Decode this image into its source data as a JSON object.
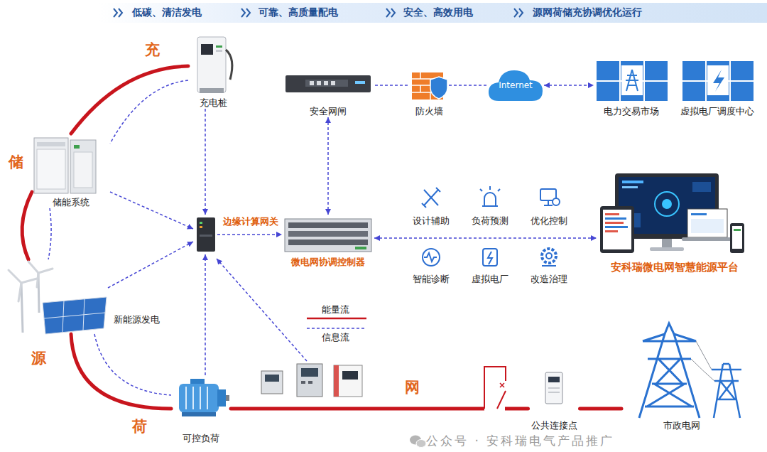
{
  "diagram": {
    "nodes": [
      {
        "text": [
          "充电桩"
        ]
      },
      {
        "text": [
          "安全网闸"
        ]
      },
      {
        "text": [
          "防火墙"
        ]
      },
      {
        "text": [
          "Internet"
        ]
      },
      {
        "text": [
          "电力交易市场"
        ]
      },
      {
        "text": [
          "虚拟电厂调度中心"
        ]
      },
      {
        "text": [
          "储能系统"
        ]
      },
      {
        "text": [
          "边缘计算网关"
        ]
      },
      {
        "text": [
          "微电网协调控制器"
        ]
      },
      {
        "text": [
          "安科瑞微电网智慧能源平台"
        ]
      },
      {
        "text": [
          "新能源发电"
        ]
      },
      {
        "text": [
          "可控负荷"
        ]
      },
      {
        "text": [
          "公共连接点"
        ]
      },
      {
        "text": [
          "市政电网"
        ]
      }
    ],
    "edges": [
      {
        "from": 1,
        "to": 2,
        "arrow": "none"
      },
      {
        "from": 2,
        "to": 3,
        "arrow": "none"
      },
      {
        "from": 3,
        "to": 4,
        "arrow": "both"
      },
      {
        "from": 0,
        "to": 7,
        "arrow": "to"
      },
      {
        "from": 6,
        "to": 7,
        "arrow": "to"
      },
      {
        "from": 10,
        "to": 7,
        "arrow": "to"
      },
      {
        "from": 11,
        "to": 7,
        "arrow": "to"
      },
      {
        "from": 7,
        "to": 8,
        "arrow": "to"
      },
      {
        "from": 8,
        "to": 1,
        "arrow": "both"
      },
      {
        "from": 8,
        "to": 9,
        "arrow": "both"
      },
      {
        "from": 0,
        "to": 6,
        "arrow": "none"
      },
      {
        "from": 6,
        "to": 10,
        "arrow": "none"
      },
      {
        "from": 10,
        "to": 11,
        "arrow": "none"
      },
      {
        "from": 11,
        "to": 12,
        "arrow": "none"
      },
      {
        "from": 12,
        "to": 13,
        "arrow": "none"
      },
      {
        "from": 0,
        "to": 6,
        "arrow": "none"
      },
      {
        "from": 6,
        "to": 10,
        "arrow": "none"
      },
      {
        "from": 10,
        "to": 11,
        "arrow": "none"
      }
    ],
    "labels": [
      "低碳、清洁发电",
      "可靠、高质量配电",
      "安全、高效用电",
      "源网荷储充协调优化运行",
      "充",
      "储",
      "源",
      "荷",
      "网",
      "设计辅助",
      "负荷预测",
      "优化控制",
      "智能诊断",
      "虚拟电厂",
      "改造治理",
      "公众号 · 安科瑞电气产品推广"
    ],
    "legend": [
      {
        "text": "能量流"
      },
      {
        "text": "信息流"
      }
    ]
  }
}
